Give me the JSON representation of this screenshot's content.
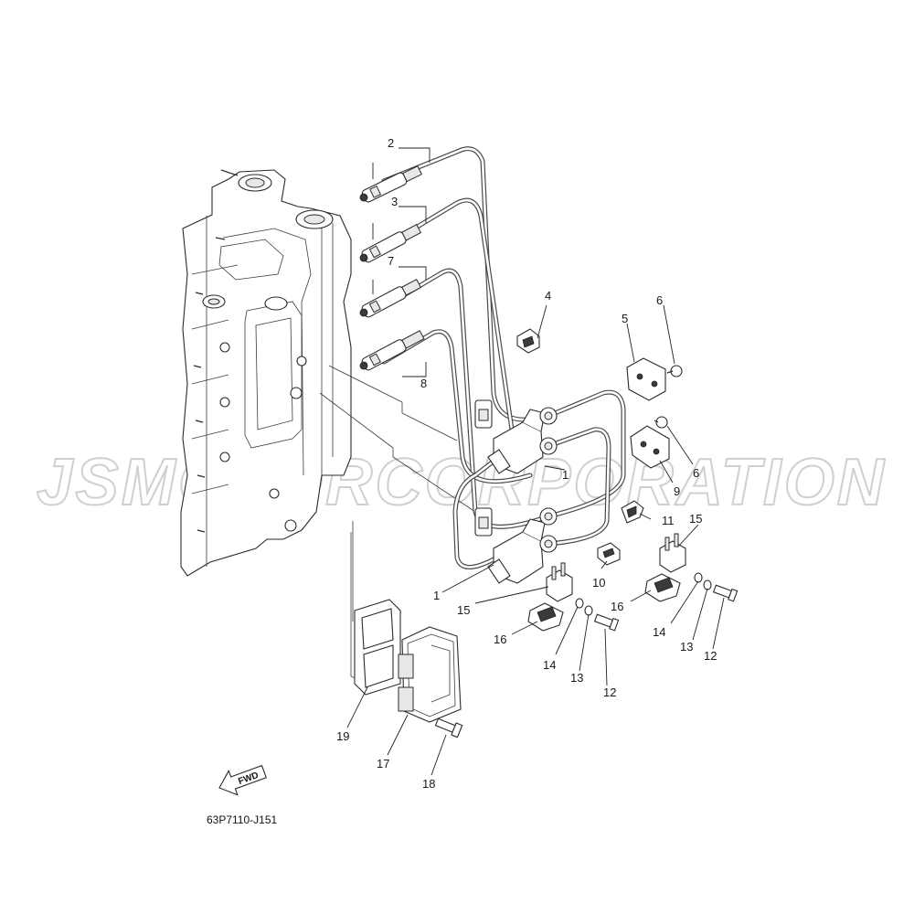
{
  "watermark": "JSMOTORCORPORATION",
  "drawing_code": "63P7110-J151",
  "fwd_label": "FWD",
  "callouts": {
    "c1a": "1",
    "c1b": "1",
    "c2": "2",
    "c3": "3",
    "c4": "4",
    "c5": "5",
    "c6a": "6",
    "c6b": "6",
    "c7": "7",
    "c8": "8",
    "c9": "9",
    "c10": "10",
    "c11": "11",
    "c12a": "12",
    "c12b": "12",
    "c13a": "13",
    "c13b": "13",
    "c14a": "14",
    "c14b": "14",
    "c15a": "15",
    "c15b": "15",
    "c16a": "16",
    "c16b": "16",
    "c17": "17",
    "c18": "18",
    "c19": "19"
  }
}
